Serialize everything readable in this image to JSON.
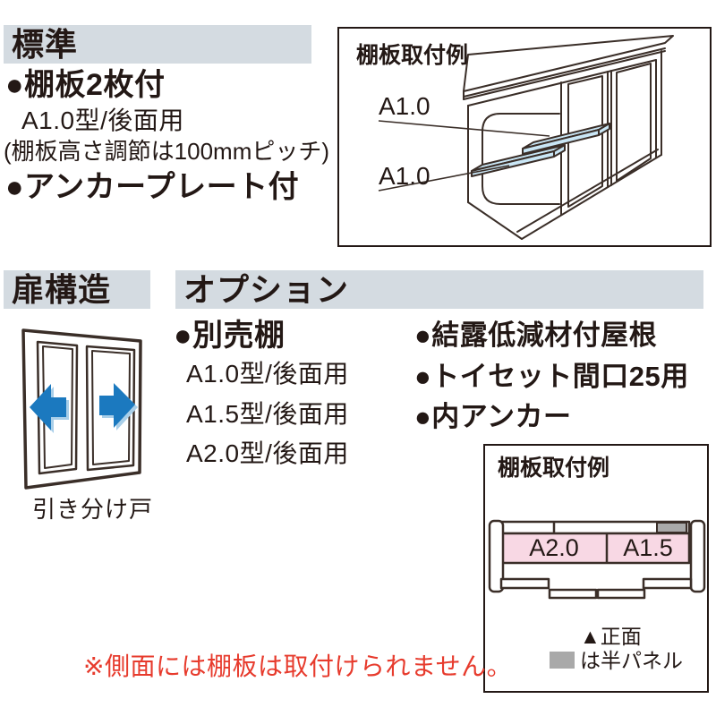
{
  "colors": {
    "heading_bg": "#d4dbe1",
    "text": "#231815",
    "line_art": "#3a2e28",
    "arrow_blue": "#1b79bf",
    "arrow_blue_light": "#a9cfe9",
    "shelf_blue": "#c9e6f5",
    "shelf_pink": "#f8d8e4",
    "half_panel_gray": "#a9a9a9",
    "note_red": "#e73b2d"
  },
  "standard": {
    "heading": "標準",
    "items": [
      "●棚板2枚付",
      "A1.0型/後面用",
      "(棚板高さ調節は100mmピッチ)",
      "●アンカープレート付"
    ]
  },
  "shelf_example_top": {
    "title": "棚板取付例",
    "upper_label": "A1.0",
    "lower_label": "A1.0"
  },
  "door": {
    "heading": "扉構造",
    "caption": "引き分け戸"
  },
  "options": {
    "heading": "オプション",
    "left_items": [
      "●別売棚",
      "A1.0型/後面用",
      "A1.5型/後面用",
      "A2.0型/後面用"
    ],
    "right_items": [
      "●結露低減材付屋根",
      "●トイセット間口25用",
      "●内アンカー"
    ]
  },
  "shelf_example_bottom": {
    "title": "棚板取付例",
    "left_label": "A2.0",
    "right_label": "A1.5",
    "front_caption": "▲正面",
    "half_panel_caption": "は半パネル"
  },
  "note": {
    "text": "※側面には棚板は取付けられません。"
  }
}
